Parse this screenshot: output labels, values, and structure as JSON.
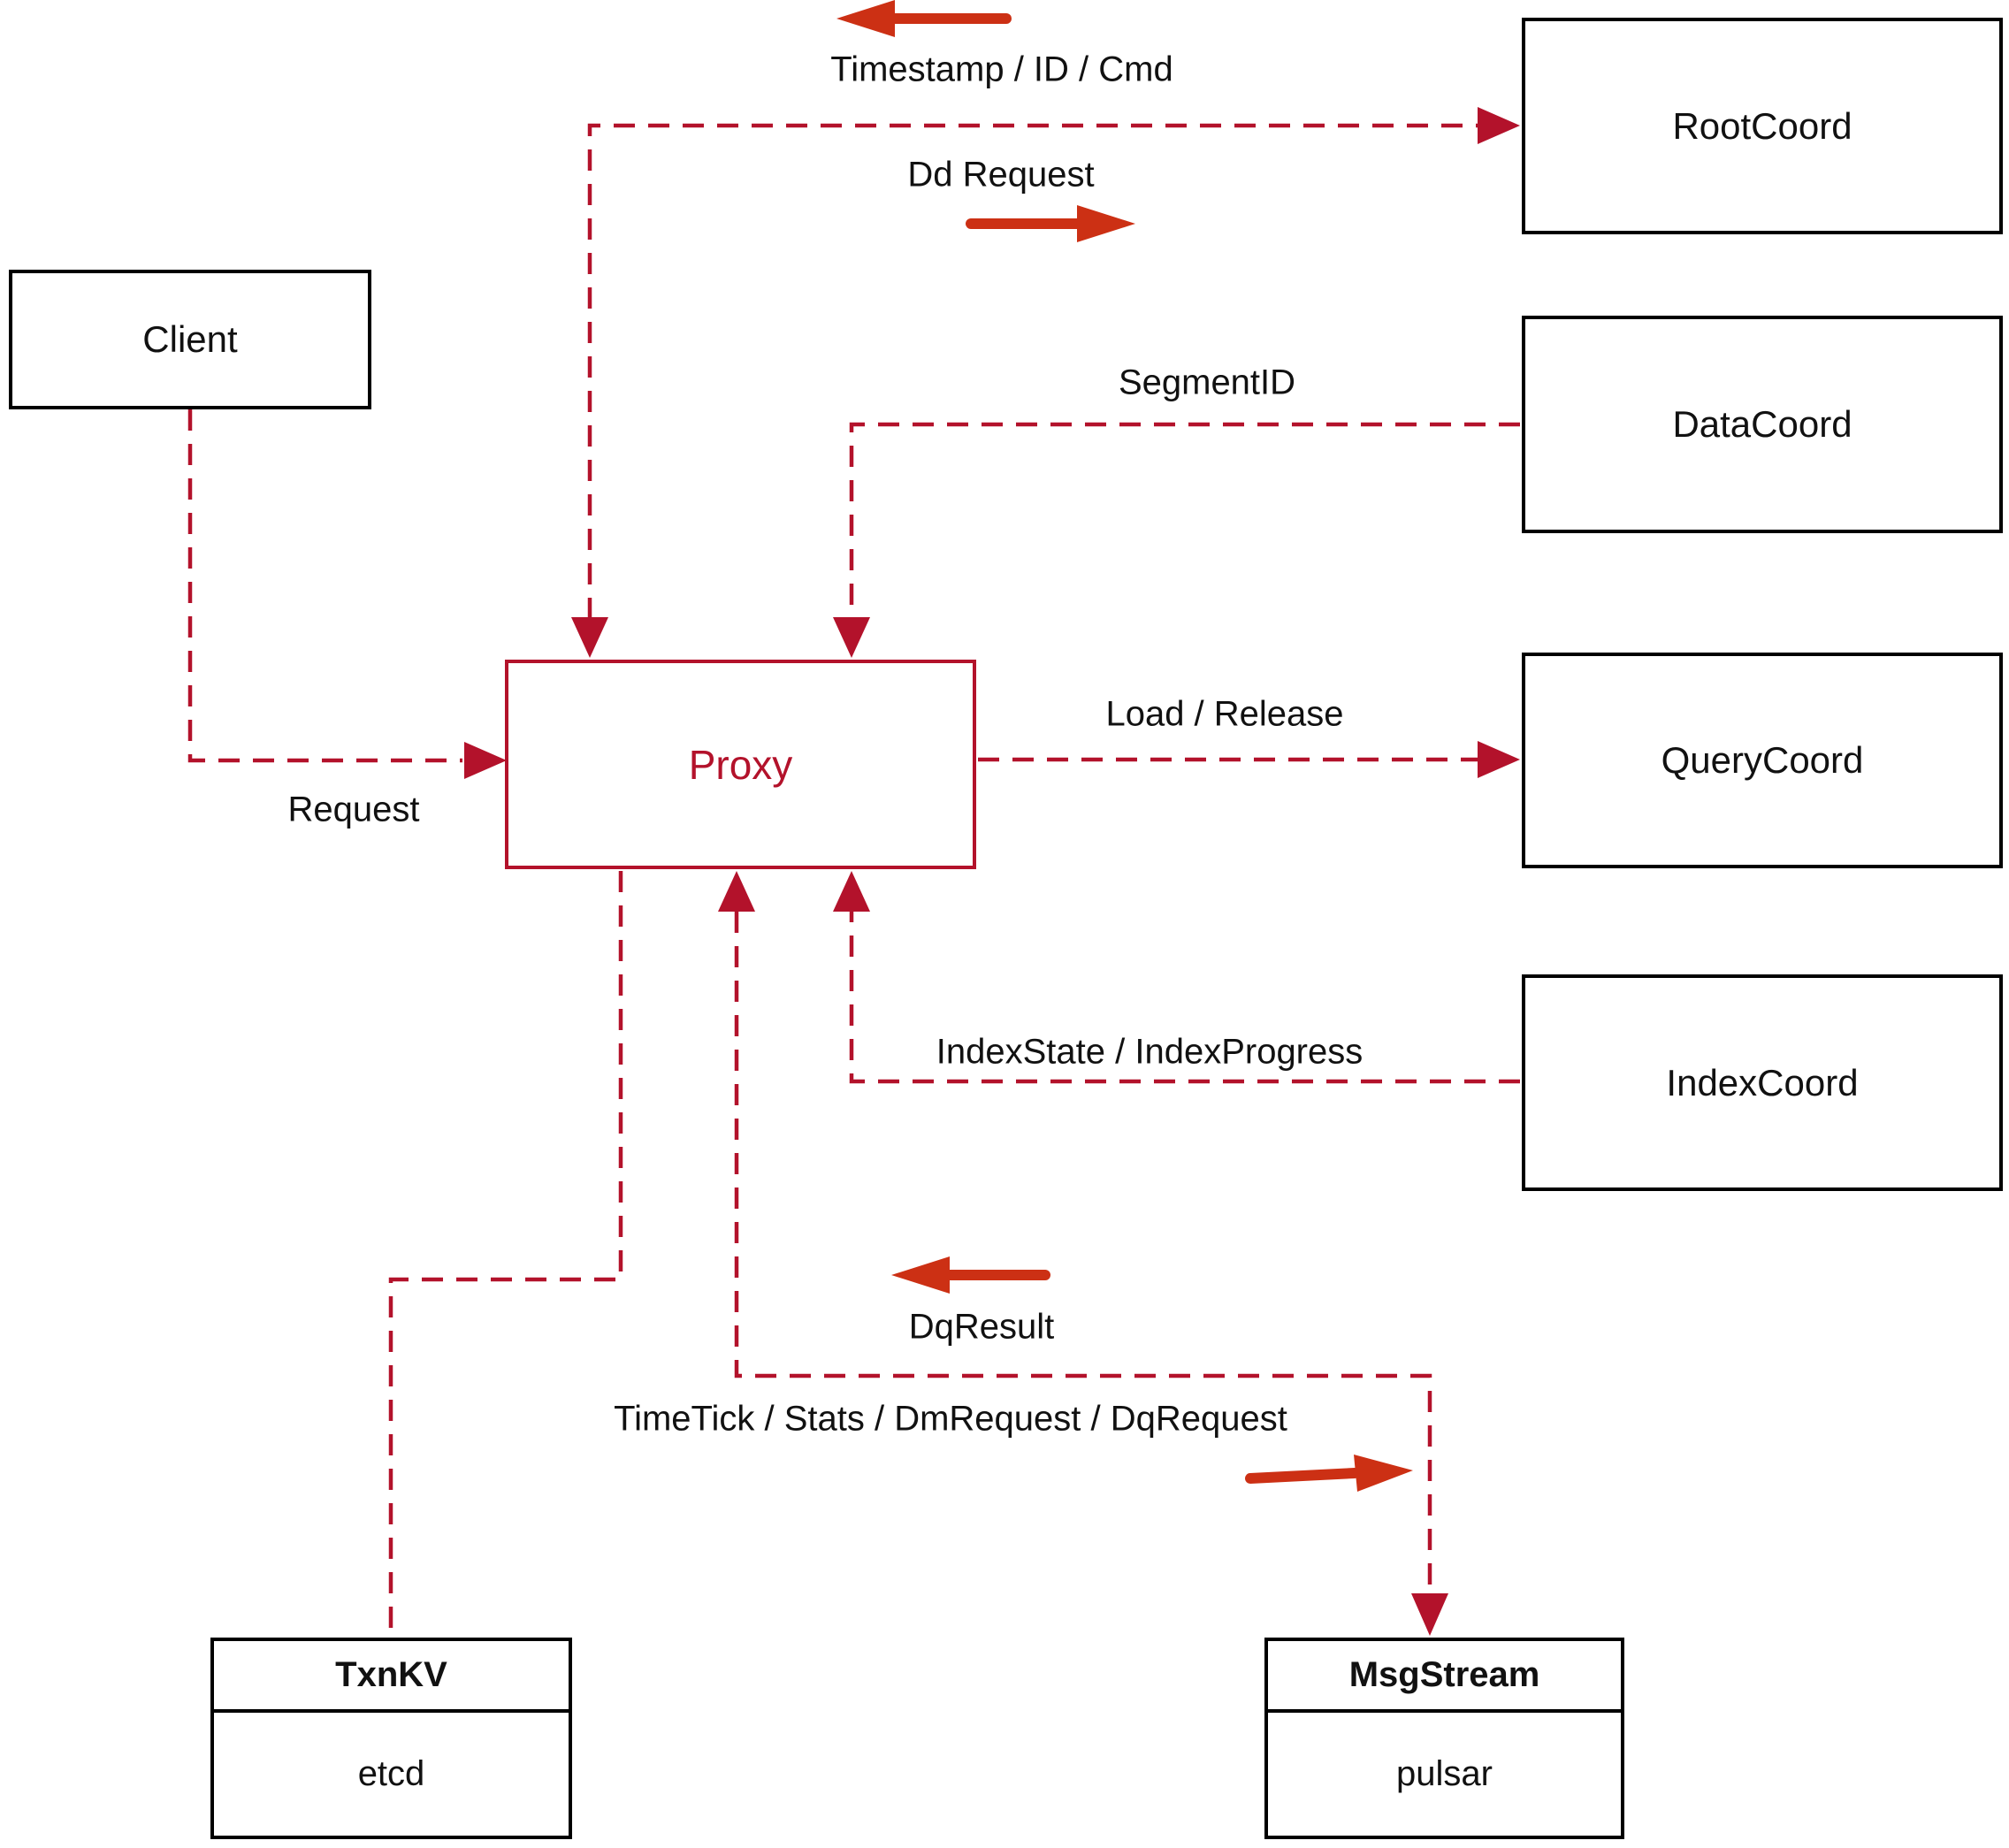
{
  "diagram": {
    "nodes": {
      "client": {
        "label": "Client"
      },
      "proxy": {
        "label": "Proxy"
      },
      "root_coord": {
        "label": "RootCoord"
      },
      "data_coord": {
        "label": "DataCoord"
      },
      "query_coord": {
        "label": "QueryCoord"
      },
      "index_coord": {
        "label": "IndexCoord"
      },
      "txn_kv": {
        "title": "TxnKV",
        "subtitle": "etcd"
      },
      "msg_stream": {
        "title": "MsgStream",
        "subtitle": "pulsar"
      }
    },
    "edge_labels": {
      "timestamp": "Timestamp / ID / Cmd",
      "dd_request": "Dd Request",
      "segment_id": "SegmentID",
      "request": "Request",
      "load_release": "Load / Release",
      "index_state": "IndexState / IndexProgress",
      "dq_result": "DqResult",
      "time_tick": "TimeTick / Stats / DmRequest / DqRequest"
    },
    "edges": [
      {
        "from": "Client",
        "to": "Proxy",
        "label": "Request"
      },
      {
        "from": "Proxy",
        "to": "RootCoord",
        "label": "Dd Request",
        "return_label": "Timestamp / ID / Cmd"
      },
      {
        "from": "DataCoord",
        "to": "Proxy",
        "label": "SegmentID"
      },
      {
        "from": "Proxy",
        "to": "QueryCoord",
        "label": "Load / Release"
      },
      {
        "from": "IndexCoord",
        "to": "Proxy",
        "label": "IndexState / IndexProgress"
      },
      {
        "from": "Proxy",
        "to": "TxnKV",
        "label": ""
      },
      {
        "from": "Proxy",
        "to": "MsgStream",
        "label": "TimeTick / Stats / DmRequest / DqRequest",
        "return_label": "DqResult"
      }
    ],
    "colors": {
      "line_red": "#b3122b",
      "arrow_red": "#cc3014",
      "box_border": "#000000",
      "text_color": "#111111"
    }
  }
}
